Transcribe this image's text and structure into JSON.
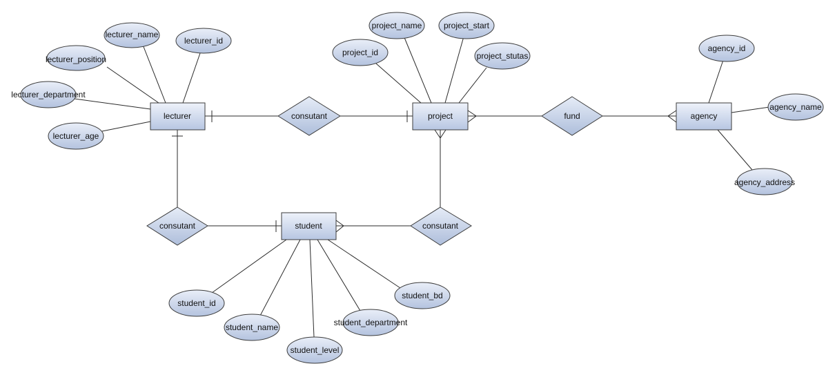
{
  "colors": {
    "fill_light": "#eef2fa",
    "fill_dark": "#b7c6e2",
    "stroke": "#3b3b3b",
    "line": "#2a2a2a"
  },
  "entities": {
    "lecturer": "lecturer",
    "project": "project",
    "agency": "agency",
    "student": "student"
  },
  "relationships": {
    "lecturer_project": "consutant",
    "project_agency": "fund",
    "lecturer_student": "consutant",
    "student_project": "consutant"
  },
  "attributes": {
    "lecturer": [
      "lecturer_name",
      "lecturer_id",
      "lecturer_position",
      "lecturer_department",
      "lecturer_age"
    ],
    "project": [
      "project_name",
      "project_start",
      "project_id",
      "project_stutas"
    ],
    "agency": [
      "agency_id",
      "agency_name",
      "agency_address"
    ],
    "student": [
      "student_id",
      "student_name",
      "student_level",
      "student_department",
      "student_bd"
    ]
  }
}
